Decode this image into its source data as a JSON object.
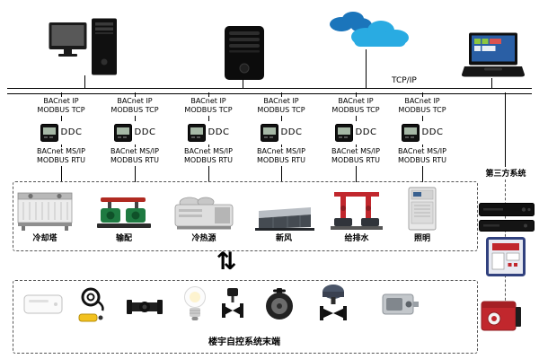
{
  "diagram": {
    "protocol_label": "TCP/IP",
    "third_party_label": "第三方系统",
    "terminal_label": "楼宇自控系统末端",
    "link_symbol": "⇅"
  },
  "top_devices": [
    {
      "icon": "workstation"
    },
    {
      "icon": "server"
    },
    {
      "icon": "cloud"
    },
    {
      "icon": "laptop"
    }
  ],
  "ddc_units": [
    {
      "name": "DDC",
      "top_line1": "BACnet IP",
      "top_line2": "MODBUS TCP",
      "bottom_line1": "BACnet MS/IP",
      "bottom_line2": "MODBUS RTU"
    },
    {
      "name": "DDC",
      "top_line1": "BACnet IP",
      "top_line2": "MODBUS TCP",
      "bottom_line1": "BACnet MS/IP",
      "bottom_line2": "MODBUS RTU"
    },
    {
      "name": "DDC",
      "top_line1": "BACnet IP",
      "top_line2": "MODBUS TCP",
      "bottom_line1": "BACnet MS/IP",
      "bottom_line2": "MODBUS RTU"
    },
    {
      "name": "DDC",
      "top_line1": "BACnet IP",
      "top_line2": "MODBUS TCP",
      "bottom_line1": "BACnet MS/IP",
      "bottom_line2": "MODBUS RTU"
    },
    {
      "name": "DDC",
      "top_line1": "BACnet IP",
      "top_line2": "MODBUS TCP",
      "bottom_line1": "BACnet MS/IP",
      "bottom_line2": "MODBUS RTU"
    },
    {
      "name": "DDC",
      "top_line1": "BACnet IP",
      "top_line2": "MODBUS TCP",
      "bottom_line1": "BACnet MS/IP",
      "bottom_line2": "MODBUS RTU"
    }
  ],
  "equipment": [
    {
      "label": "冷却塔",
      "icon": "cooling-tower"
    },
    {
      "label": "输配",
      "icon": "pump-set"
    },
    {
      "label": "冷热源",
      "icon": "chiller"
    },
    {
      "label": "新风",
      "icon": "air-handling-unit"
    },
    {
      "label": "给排水",
      "icon": "water-pumps"
    },
    {
      "label": "照明",
      "icon": "lighting-cabinet"
    }
  ],
  "terminal_devices": [
    {
      "icon": "surface-sensor"
    },
    {
      "icon": "cable-temperature-sensor"
    },
    {
      "icon": "pipe-fitting"
    },
    {
      "icon": "led-bulb"
    },
    {
      "icon": "control-valve"
    },
    {
      "icon": "butterfly-valve"
    },
    {
      "icon": "valve-actuator"
    },
    {
      "icon": "damper-actuator"
    }
  ],
  "third_party_devices": [
    {
      "icon": "media-box-1"
    },
    {
      "icon": "media-box-2"
    },
    {
      "icon": "alarm-panel"
    },
    {
      "icon": "fire-alarm-device"
    }
  ],
  "colors": {
    "line": "#000000",
    "cloud_light": "#29abe2",
    "cloud_dark": "#1b75bb",
    "accent_red": "#c1272d",
    "pump_green": "#1e7a41",
    "panel_blue": "#31417e"
  }
}
